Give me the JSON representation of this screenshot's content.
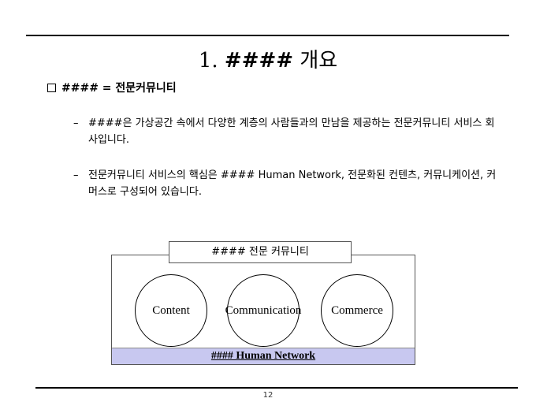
{
  "slide": {
    "title_number": "1.",
    "title_hash": "####",
    "title_text": "개요",
    "section_heading": "#### = 전문커뮤니티",
    "bullets": [
      {
        "dash": "–",
        "text": "####은 가상공간 속에서 다양한 계층의 사람들과의 만남을 제공하는 전문커뮤니티 서비스 회사입니다."
      },
      {
        "dash": "–",
        "text": "전문커뮤니티 서비스의 핵심은 #### Human Network, 전문화된 컨텐츠, 커뮤니케이션, 커머스로 구성되어 있습니다."
      }
    ],
    "diagram": {
      "title": "#### 전문 커뮤니티",
      "circles": [
        "Content",
        "Communication",
        "Commerce"
      ],
      "network": "#### Human Network",
      "network_color": "#c8c8f0"
    },
    "page_number": "12"
  }
}
